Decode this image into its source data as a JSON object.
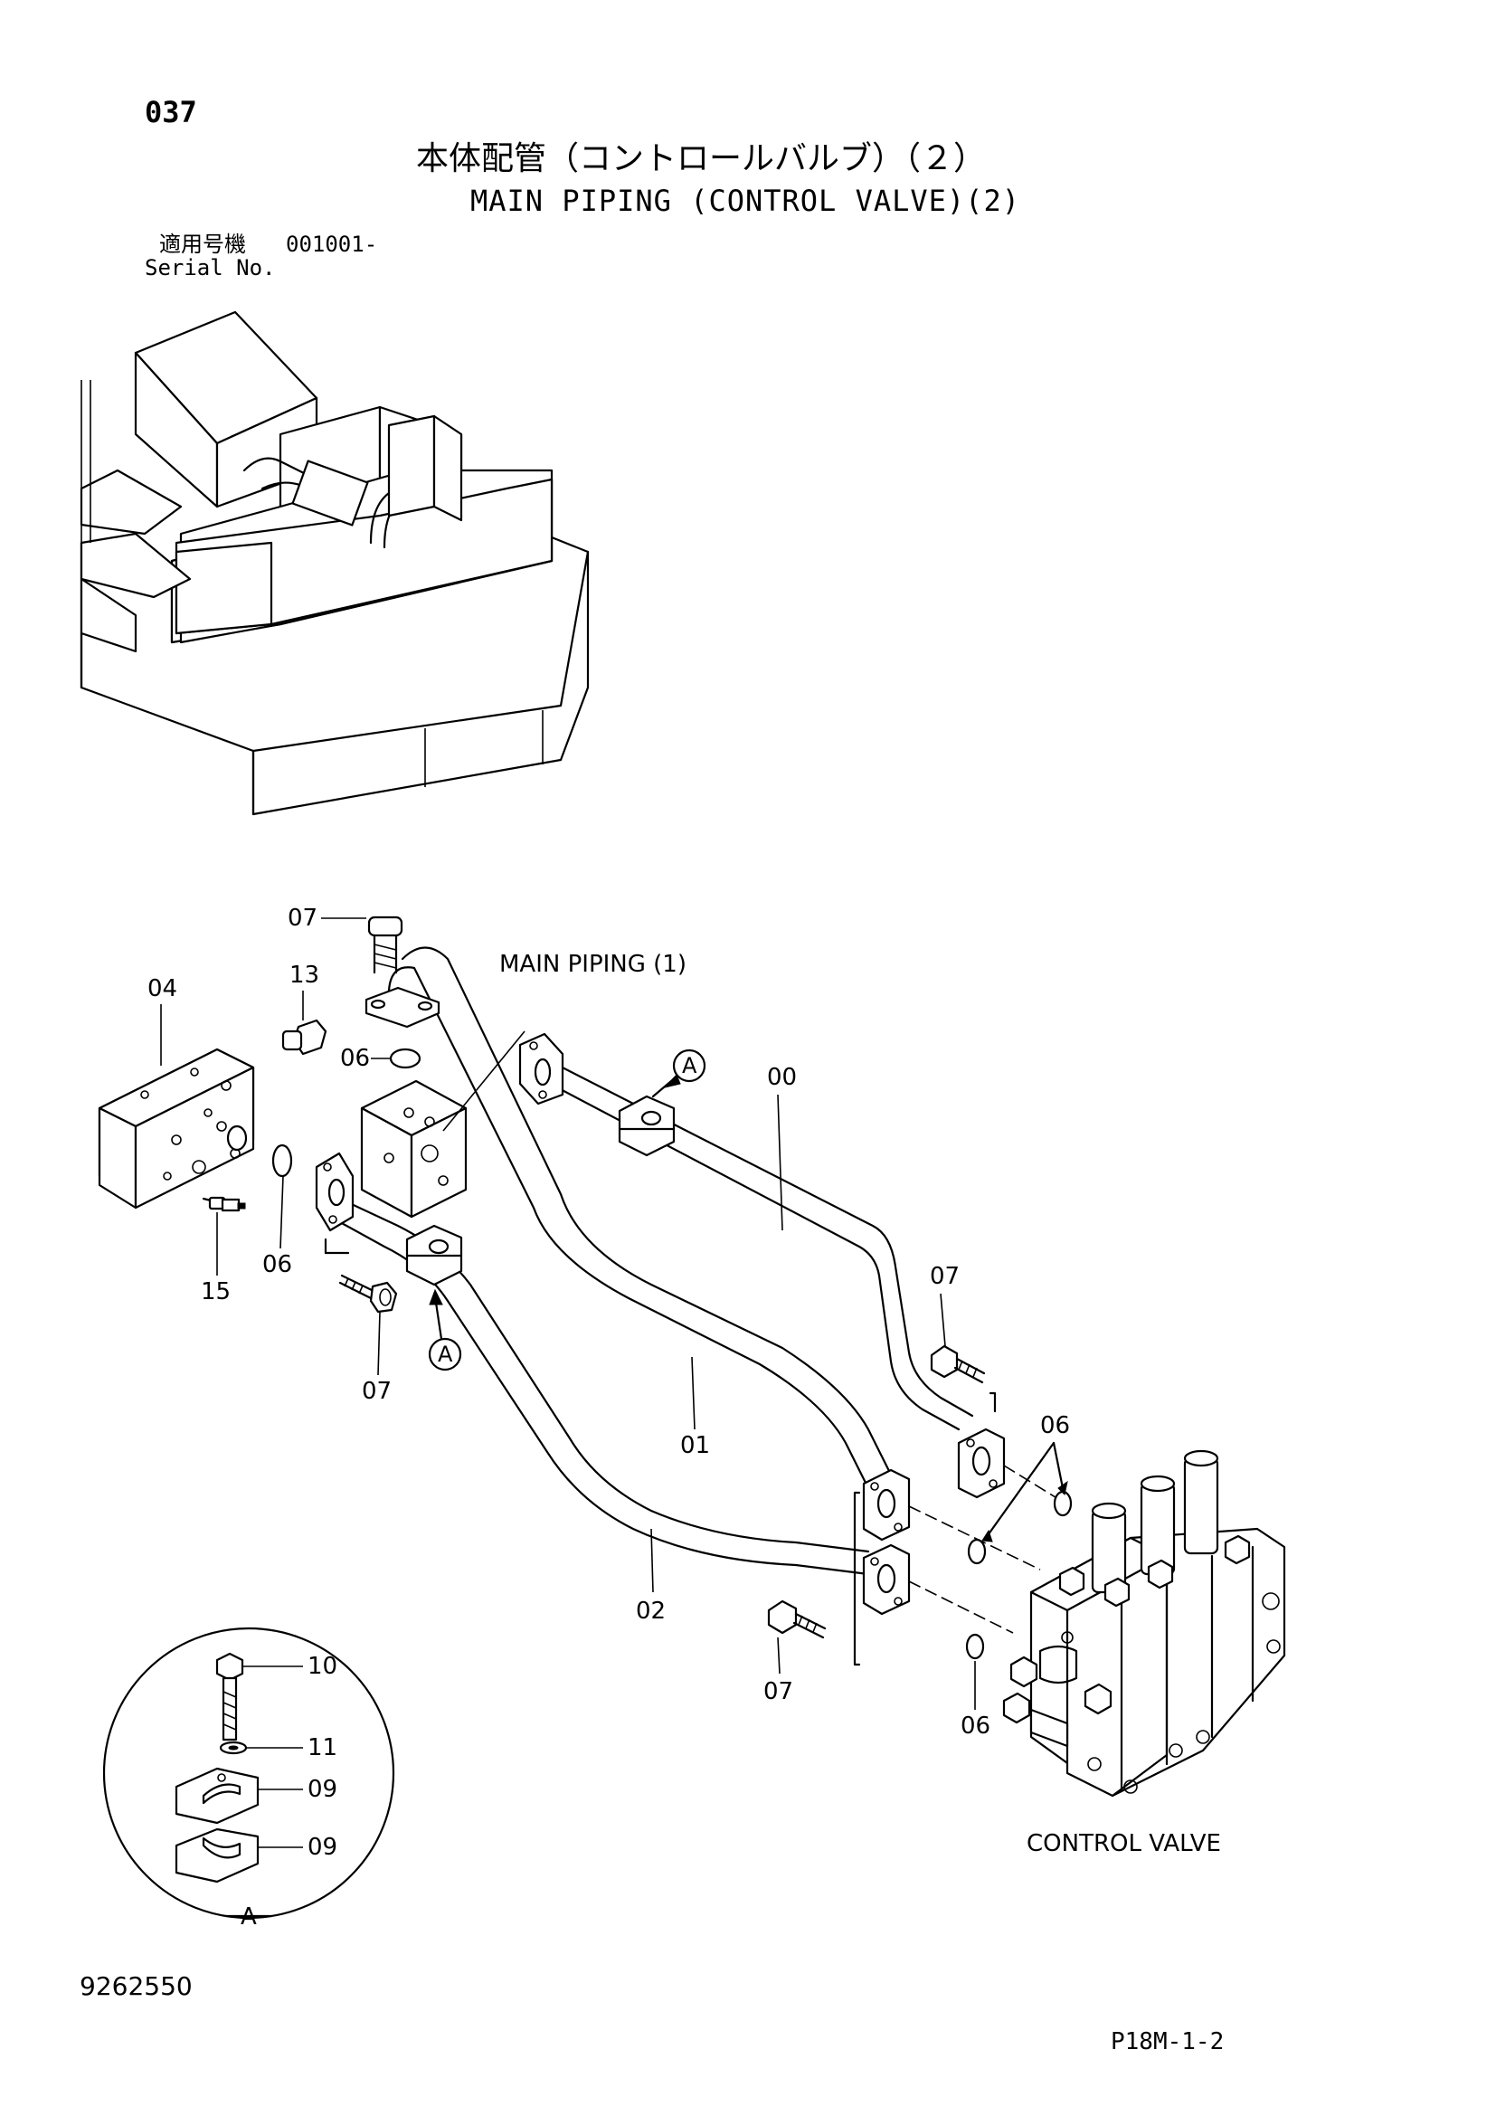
{
  "page_number": "037",
  "title_jp": "本体配管（コントロールバルブ）（２）",
  "title_en": "MAIN PIPING (CONTROL VALVE)(2)",
  "serial_label_jp": "適用号機",
  "serial_value": "001001-",
  "serial_label_en": "Serial No.",
  "callouts": {
    "c07_top": "07",
    "c13": "13",
    "c04": "04",
    "c06_left": "06",
    "c06_mid": "06",
    "c15": "15",
    "c07_left": "07",
    "c00": "00",
    "c07_right": "07",
    "c06_right": "06",
    "c01": "01",
    "c02": "02",
    "c07_bottom": "07",
    "c06_bottom": "06",
    "c10": "10",
    "c11": "11",
    "c09_upper": "09",
    "c09_lower": "09"
  },
  "marker_A_top": "A",
  "marker_A_left": "A",
  "detail_label": "A",
  "main_piping_ref": "MAIN PIPING (1)",
  "control_valve_label": "CONTROL VALVE",
  "doc_number": "9262550",
  "page_code": "P18M-1-2"
}
